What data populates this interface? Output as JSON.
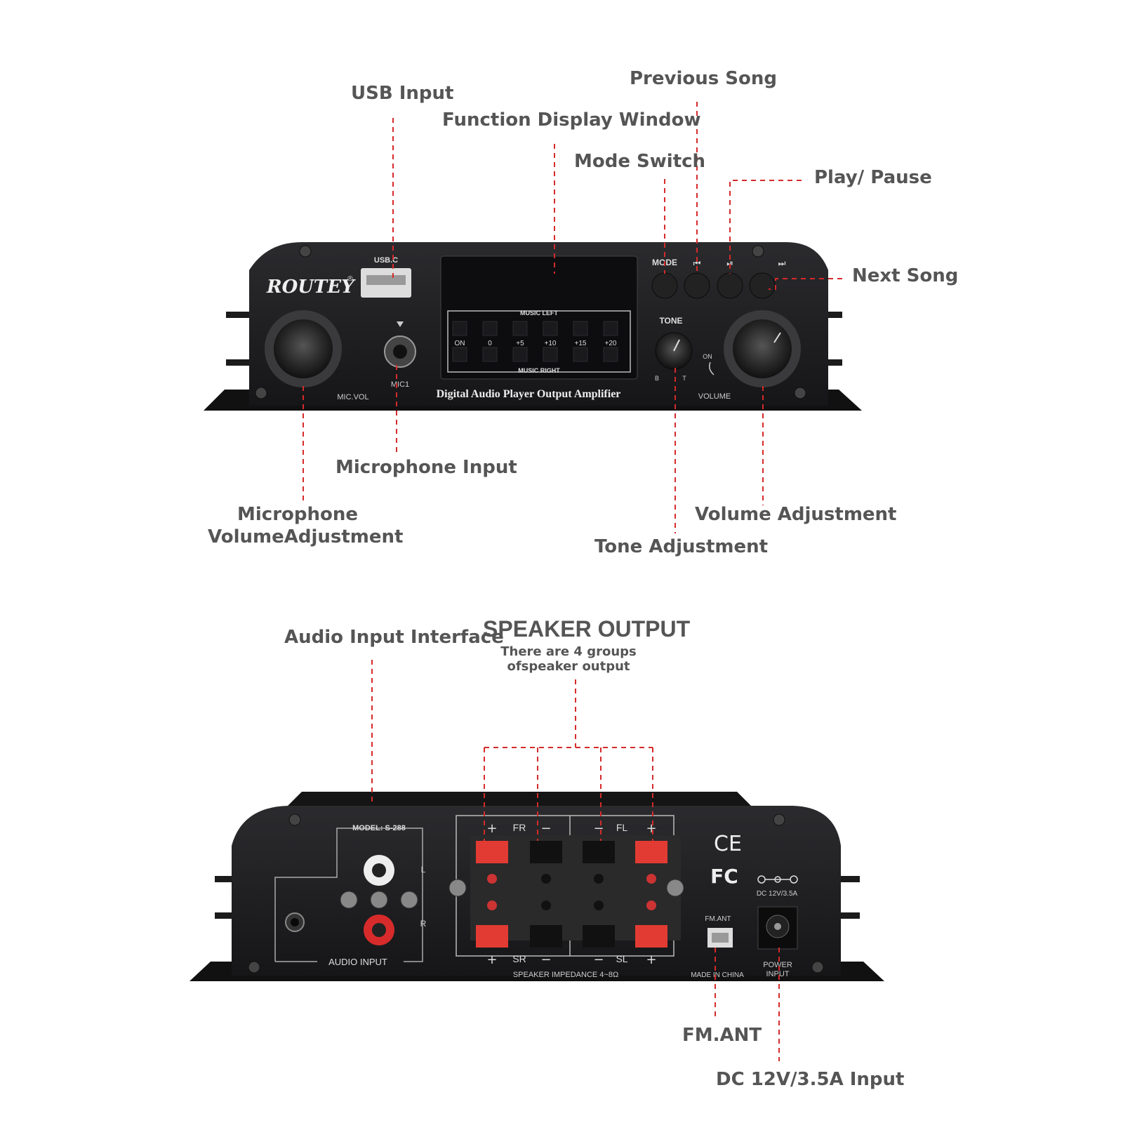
{
  "front_panel": {
    "brand": "ROUTEY",
    "brand_mark": "®",
    "usb_label": "USB.C",
    "music_left": "MUSIC LEFT",
    "music_right": "MUSIC RIGHT",
    "meter_ticks": [
      "ON",
      "0",
      "+5",
      "+10",
      "+15",
      "+20"
    ],
    "product_line": "Digital Audio Player Output Amplifier",
    "mic_vol_label": "MIC.VOL",
    "mic1_label": "MIC1",
    "mode_label": "MODE",
    "prev_symbol": "⏮",
    "playpause_symbol": "⏯",
    "next_symbol": "⏭",
    "tone_label": "TONE",
    "tone_b": "B",
    "tone_t": "T",
    "on_label": "ON",
    "volume_label": "VOLUME"
  },
  "front_callouts": {
    "usb_input": "USB Input",
    "function_display": "Function Display Window",
    "previous_song": "Previous Song",
    "mode_switch": "Mode Switch",
    "play_pause": "Play/ Pause",
    "next_song": "Next Song",
    "microphone_input": "Microphone Input",
    "mic_volume_line1": "Microphone",
    "mic_volume_line2": "VolumeAdjustment",
    "volume_adjustment": "Volume Adjustment",
    "tone_adjustment": "Tone Adjustment"
  },
  "rear_panel": {
    "model": "MODEL: S-288",
    "channel_l": "L",
    "channel_r": "R",
    "audio_input": "AUDIO INPUT",
    "fr": "FR",
    "fl": "FL",
    "sr": "SR",
    "sl": "SL",
    "plus": "+",
    "minus": "−",
    "impedance": "SPEAKER IMPEDANCE 4~8Ω",
    "ce": "CE",
    "fc": "FC",
    "fm_ant": "FM.ANT",
    "made_in": "MADE IN CHINA",
    "dc_rating": "DC 12V/3.5A",
    "power_input_1": "POWER",
    "power_input_2": "INPUT"
  },
  "rear_callouts": {
    "audio_input_interface": "Audio Input Interface",
    "speaker_output_title": "SPEAKER OUTPUT",
    "speaker_output_sub1": "There are 4 groups",
    "speaker_output_sub2": "ofspeaker output",
    "fm_ant": "FM.ANT",
    "dc_input": "DC 12V/3.5A Input"
  },
  "colors": {
    "leader": "#d62a2a",
    "callout_text": "#555555",
    "panel": "#1c1c1e",
    "terminal_red": "#e23b33"
  }
}
